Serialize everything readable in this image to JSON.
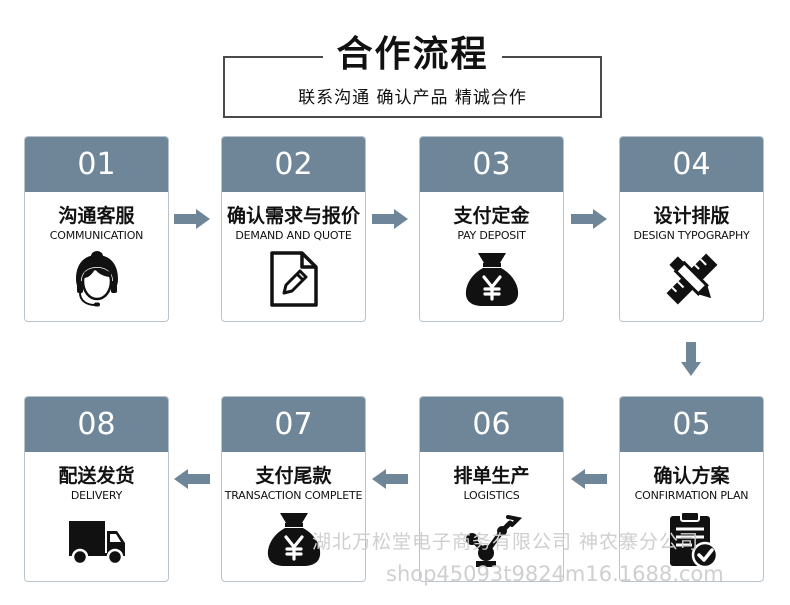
{
  "header": {
    "title": "合作流程",
    "subtitle": "联系沟通 确认产品 精诚合作"
  },
  "steps": [
    {
      "num": "01",
      "zh": "沟通客服",
      "en": "COMMUNICATION",
      "icon": "customer-service-icon"
    },
    {
      "num": "02",
      "zh": "确认需求与报价",
      "en": "DEMAND AND QUOTE",
      "icon": "document-edit-icon"
    },
    {
      "num": "03",
      "zh": "支付定金",
      "en": "PAY DEPOSIT",
      "icon": "money-bag-icon"
    },
    {
      "num": "04",
      "zh": "设计排版",
      "en": "DESIGN TYPOGRAPHY",
      "icon": "ruler-pencil-icon"
    },
    {
      "num": "05",
      "zh": "确认方案",
      "en": "CONFIRMATION PLAN",
      "icon": "clipboard-check-icon"
    },
    {
      "num": "06",
      "zh": "排单生产",
      "en": "LOGISTICS",
      "icon": "robotic-arm-icon"
    },
    {
      "num": "07",
      "zh": "支付尾款",
      "en": "TRANSACTION COMPLETE",
      "icon": "money-bag-icon"
    },
    {
      "num": "08",
      "zh": "配送发货",
      "en": "DELIVERY",
      "icon": "delivery-truck-icon"
    }
  ],
  "watermark": {
    "line1": "湖北万松堂电子商务有限公司 神农寨分公司",
    "line2": "shop45093t9824m16.1688.com"
  },
  "colors": {
    "header": "#6f8699",
    "arrow": "#6f8699",
    "border": "#b9c3cc"
  }
}
